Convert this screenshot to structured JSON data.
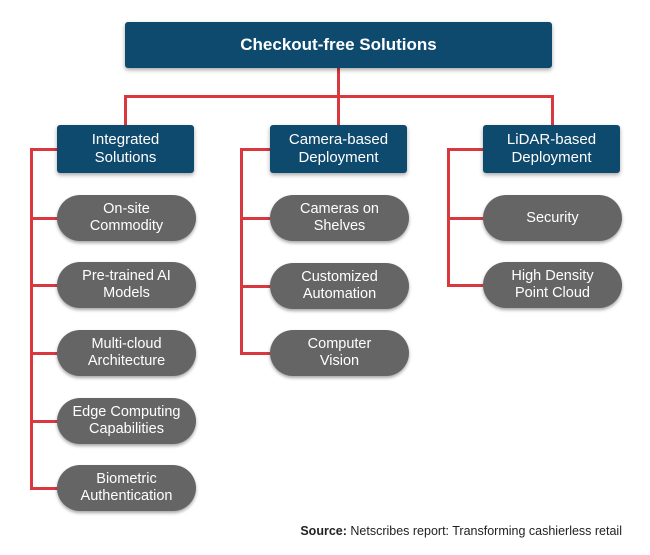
{
  "root": {
    "label": "Checkout-free  Solutions"
  },
  "categories": [
    {
      "label": "Integrated\nSolutions",
      "items": [
        "On-site\nCommodity",
        "Pre-trained AI\nModels",
        "Multi-cloud\nArchitecture",
        "Edge Computing\nCapabilities",
        "Biometric\nAuthentication"
      ]
    },
    {
      "label": "Camera-based\nDeployment",
      "items": [
        "Cameras on\nShelves",
        "Customized\nAutomation",
        "Computer\nVision"
      ]
    },
    {
      "label": "LiDAR-based\nDeployment",
      "items": [
        "Security",
        "High Density\nPoint Cloud"
      ]
    }
  ],
  "source": {
    "prefix": "Source:",
    "text": " Netscribes report: Transforming cashierless retail"
  },
  "colors": {
    "box": "#0e4a6e",
    "pill": "#656565",
    "connector": "#d9383f"
  }
}
